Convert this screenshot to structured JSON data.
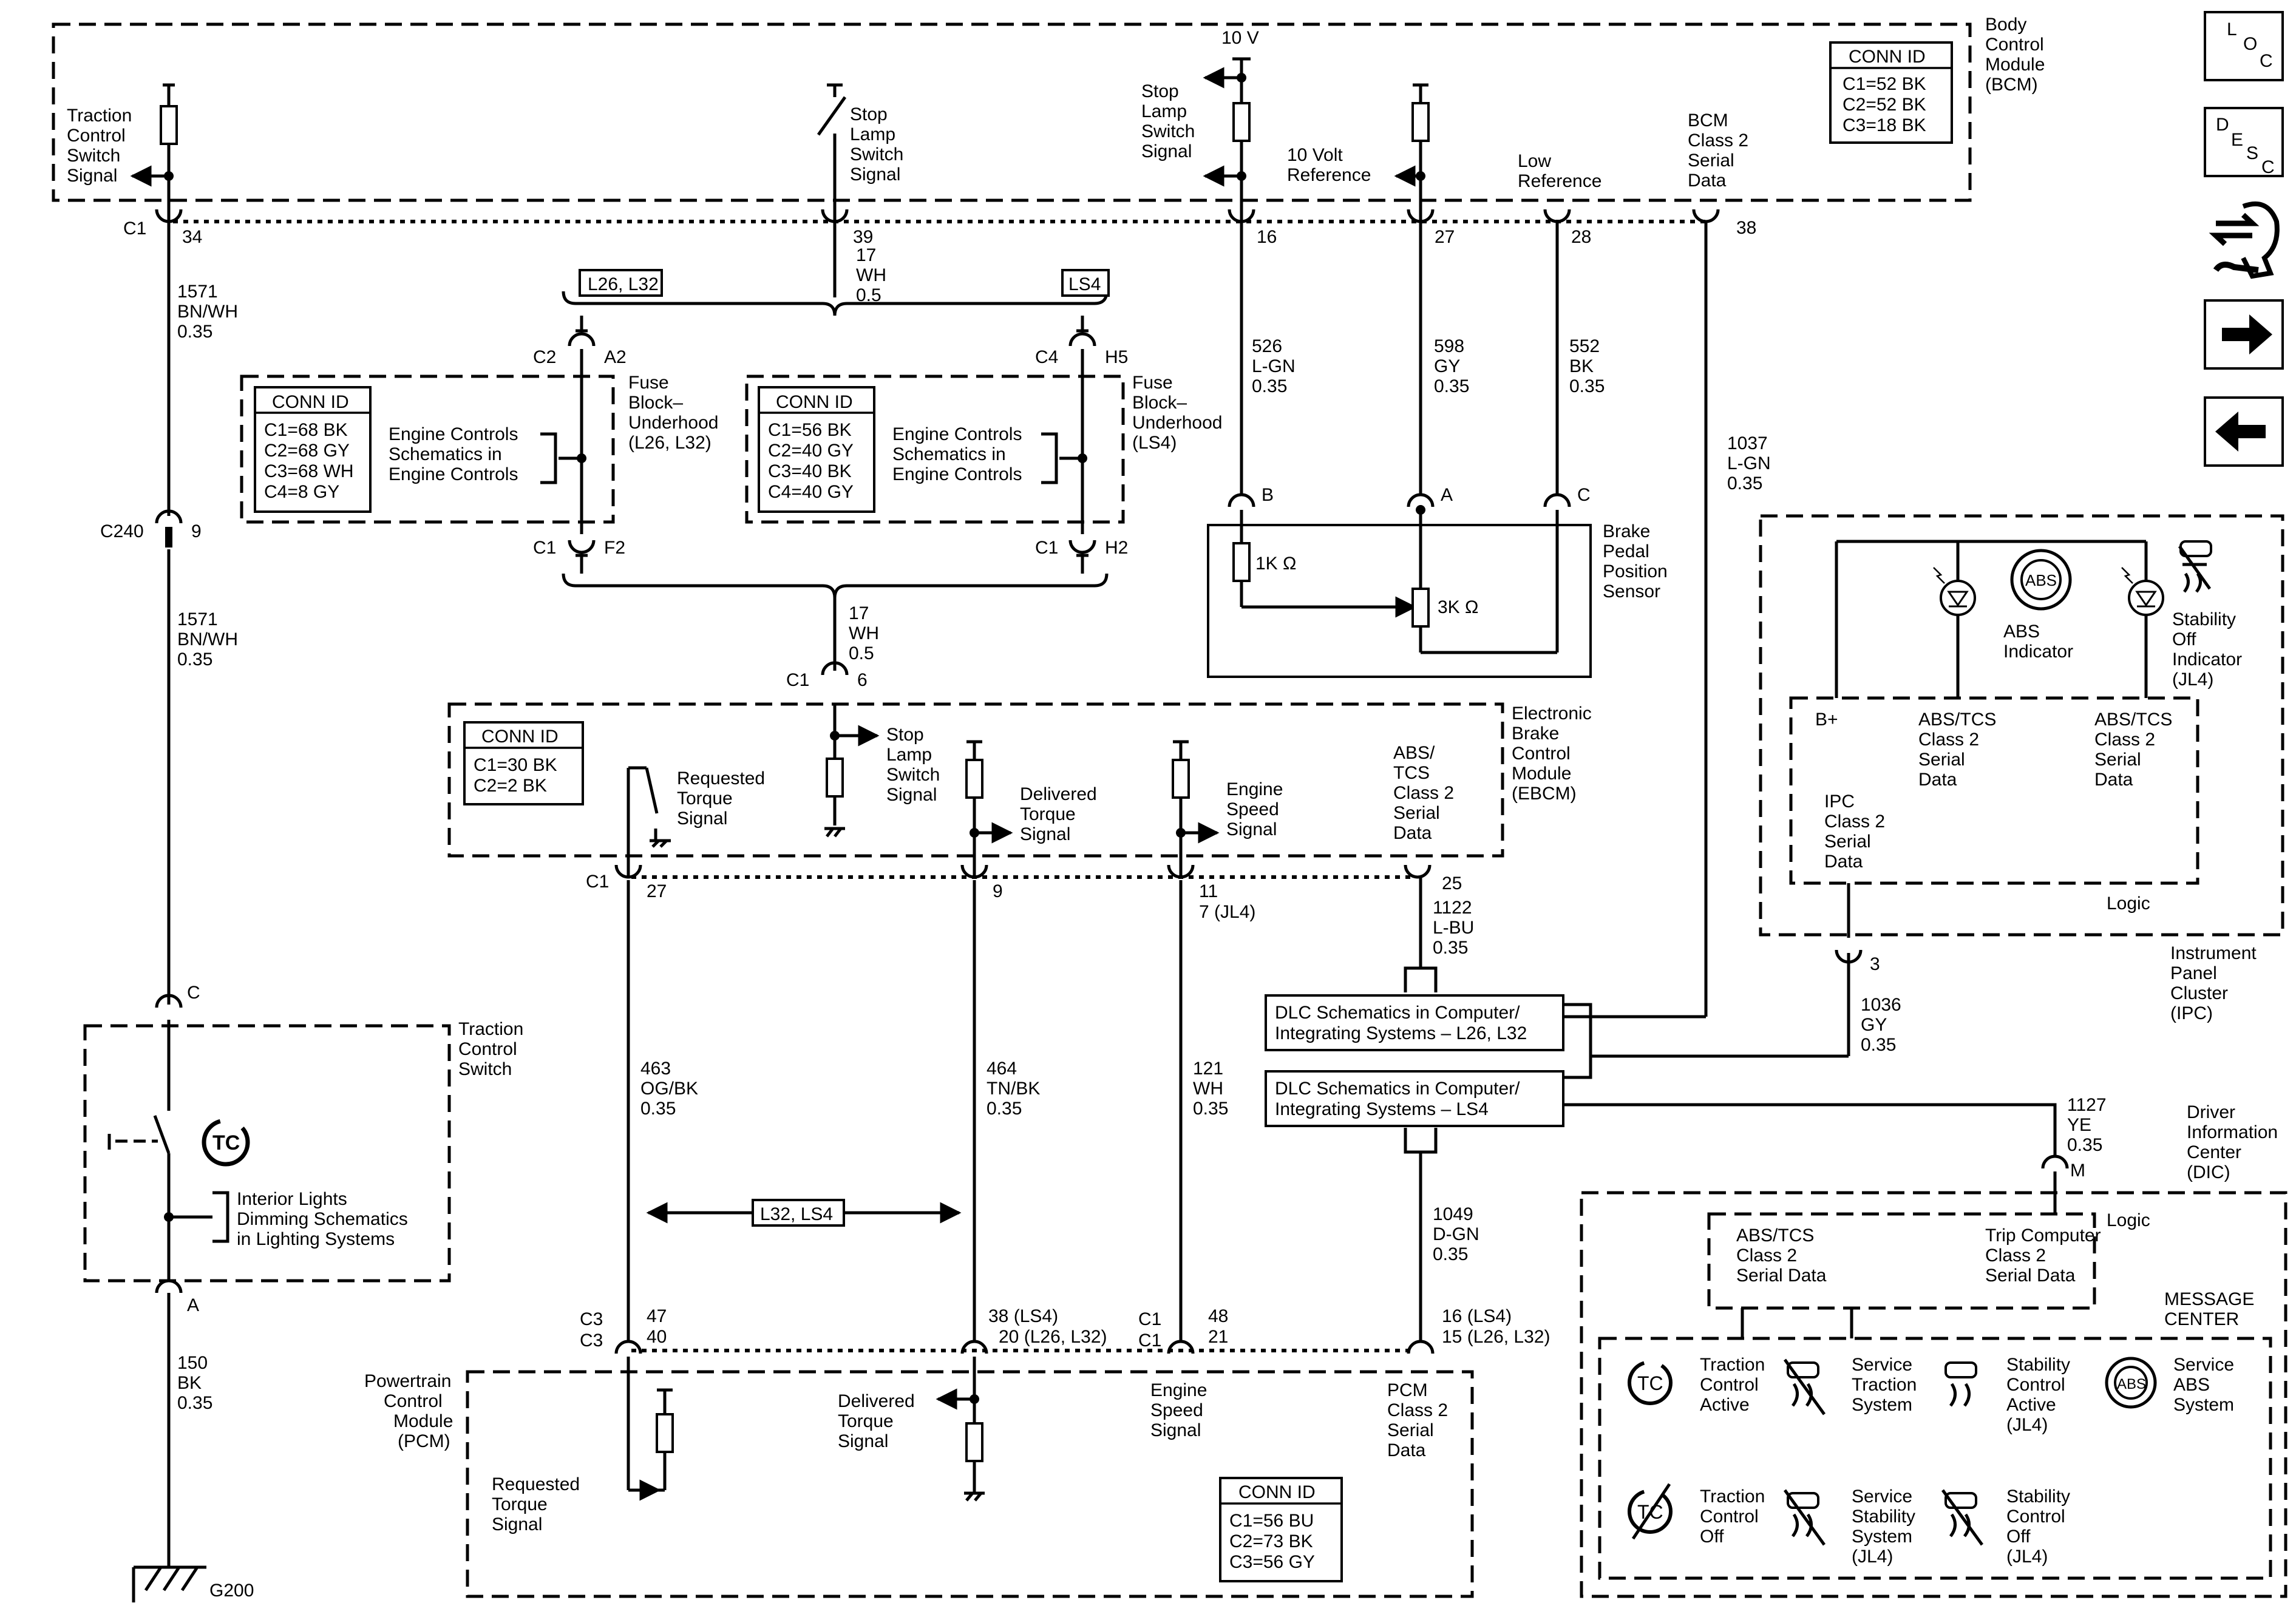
{
  "bcm": {
    "title": [
      "Body",
      "Control",
      "Module",
      "(BCM)"
    ],
    "conn_id": {
      "title": "CONN ID",
      "rows": [
        "C1=52 BK",
        "C2=52 BK",
        "C3=18 BK"
      ]
    },
    "tcs_signal": [
      "Traction",
      "Control",
      "Switch",
      "Signal"
    ],
    "stop_lamp_signal": [
      "Stop",
      "Lamp",
      "Switch",
      "Signal"
    ],
    "stop_lamp_signal2": [
      "Stop",
      "Lamp",
      "Switch",
      "Signal"
    ],
    "supply": "10 V",
    "ref_10v": [
      "10 Volt",
      "Reference"
    ],
    "low_ref": [
      "Low",
      "Reference"
    ],
    "class2": [
      "BCM",
      "Class 2",
      "Serial",
      "Data"
    ],
    "pins": {
      "c1": "C1",
      "p34": "34",
      "p39": "39",
      "p16": "16",
      "p27": "27",
      "p28": "28",
      "p38": "38"
    }
  },
  "wires": {
    "w1571a": [
      "1571",
      "BN/WH",
      "0.35"
    ],
    "w1571b": [
      "1571",
      "BN/WH",
      "0.35"
    ],
    "w17a": [
      "17",
      "WH",
      "0.5"
    ],
    "w17b": [
      "17",
      "WH",
      "0.5"
    ],
    "w526": [
      "526",
      "L-GN",
      "0.35"
    ],
    "w598": [
      "598",
      "GY",
      "0.35"
    ],
    "w552": [
      "552",
      "BK",
      "0.35"
    ],
    "w1037": [
      "1037",
      "L-GN",
      "0.35"
    ],
    "w150": [
      "150",
      "BK",
      "0.35"
    ],
    "w463": [
      "463",
      "OG/BK",
      "0.35"
    ],
    "w464": [
      "464",
      "TN/BK",
      "0.35"
    ],
    "w121": [
      "121",
      "WH",
      "0.35"
    ],
    "w1122": [
      "1122",
      "L-BU",
      "0.35"
    ],
    "w1049": [
      "1049",
      "D-GN",
      "0.35"
    ],
    "w1036": [
      "1036",
      "GY",
      "0.35"
    ],
    "w1127": [
      "1127",
      "YE",
      "0.35"
    ]
  },
  "options": {
    "l26l32": "L26, L32",
    "ls4": "LS4",
    "l32ls4": "L32, LS4"
  },
  "fuse_block": {
    "left": {
      "conn_id": {
        "title": "CONN ID",
        "rows": [
          "C1=68 BK",
          "C2=68 GY",
          "C3=68 WH",
          "C4=8 GY"
        ]
      },
      "ref": [
        "Engine Controls",
        "Schematics in",
        "Engine Controls"
      ],
      "title": [
        "Fuse",
        "Block–",
        "Underhood",
        "(L26, L32)"
      ],
      "top_conn": "C2",
      "top_pin": "A2",
      "bot_conn": "C1",
      "bot_pin": "F2"
    },
    "right": {
      "conn_id": {
        "title": "CONN ID",
        "rows": [
          "C1=56 BK",
          "C2=40 GY",
          "C3=40 BK",
          "C4=40 GY"
        ]
      },
      "ref": [
        "Engine Controls",
        "Schematics in",
        "Engine Controls"
      ],
      "title": [
        "Fuse",
        "Block–",
        "Underhood",
        "(LS4)"
      ],
      "top_conn": "C4",
      "top_pin": "H5",
      "bot_conn": "C1",
      "bot_pin": "H2"
    }
  },
  "brake_sensor": {
    "title": [
      "Brake",
      "Pedal",
      "Position",
      "Sensor"
    ],
    "r1": "1K Ω",
    "r2": "3K Ω",
    "pins": {
      "b": "B",
      "a": "A",
      "c": "C"
    }
  },
  "ebcm": {
    "title": [
      "Electronic",
      "Brake",
      "Control",
      "Module",
      "(EBCM)"
    ],
    "conn_id": {
      "title": "CONN ID",
      "rows": [
        "C1=30 BK",
        "C2=2 BK"
      ]
    },
    "req_torque": [
      "Requested",
      "Torque",
      "Signal"
    ],
    "stop_lamp": [
      "Stop",
      "Lamp",
      "Switch",
      "Signal"
    ],
    "del_torque": [
      "Delivered",
      "Torque",
      "Signal"
    ],
    "eng_speed": [
      "Engine",
      "Speed",
      "Signal"
    ],
    "class2": [
      "ABS/",
      "TCS",
      "Class 2",
      "Serial",
      "Data"
    ],
    "pins": {
      "c1": "C1",
      "p6": "6",
      "c1b": "C1",
      "p27": "27",
      "p9": "9",
      "p11": "11",
      "p7": "7 (JL4)",
      "p25": "25"
    }
  },
  "ipc": {
    "title": [
      "Instrument",
      "Panel",
      "Cluster",
      "(IPC)"
    ],
    "abs_ind": [
      "ABS",
      "Indicator"
    ],
    "stab_ind": [
      "Stability",
      "Off",
      "Indicator",
      "(JL4)"
    ],
    "b_plus": "B+",
    "abs_tcs_a": [
      "ABS/TCS",
      "Class 2",
      "Serial",
      "Data"
    ],
    "abs_tcs_b": [
      "ABS/TCS",
      "Class 2",
      "Serial",
      "Data"
    ],
    "ipc_data": [
      "IPC",
      "Class 2",
      "Serial",
      "Data"
    ],
    "logic": "Logic",
    "pin3": "3"
  },
  "dlc": {
    "a": [
      "DLC Schematics in Computer/",
      "Integrating Systems – L26, L32"
    ],
    "b": [
      "DLC Schematics in Computer/",
      "Integrating Systems – LS4"
    ]
  },
  "tcs_switch": {
    "title": [
      "Traction",
      "Control",
      "Switch"
    ],
    "ref": [
      "Interior Lights",
      "Dimming Schematics",
      "in Lighting Systems"
    ],
    "pin_c": "C",
    "pin_a": "A",
    "c240": "C240",
    "p9": "9",
    "c1": "C1"
  },
  "ground": "G200",
  "pcm": {
    "title": [
      "Powertrain",
      "Control",
      "Module",
      "(PCM)"
    ],
    "req_torque": [
      "Requested",
      "Torque",
      "Signal"
    ],
    "del_torque": [
      "Delivered",
      "Torque",
      "Signal"
    ],
    "eng_speed": [
      "Engine",
      "Speed",
      "Signal"
    ],
    "class2": [
      "PCM",
      "Class 2",
      "Serial",
      "Data"
    ],
    "conn_id": {
      "title": "CONN ID",
      "rows": [
        "C1=56 BU",
        "C2=73 BK",
        "C3=56 GY"
      ]
    },
    "pins": {
      "c3a": "C3",
      "c3b": "C3",
      "p47": "47",
      "p40": "40",
      "p38": "38 (LS4)",
      "p20": "20 (L26, L32)",
      "c1a": "C1",
      "c1b": "C1",
      "p48": "48",
      "p21": "21",
      "p16": "16 (LS4)",
      "p15": "15 (L26, L32)"
    }
  },
  "dic": {
    "title": [
      "Driver",
      "Information",
      "Center",
      "(DIC)"
    ],
    "pin_m": "M",
    "logic": "Logic",
    "abs_tcs": [
      "ABS/TCS",
      "Class 2",
      "Serial Data"
    ],
    "trip": [
      "Trip Computer",
      "Class 2",
      "Serial Data"
    ],
    "msg_center": [
      "MESSAGE",
      "CENTER"
    ],
    "msgs": {
      "tc_active": [
        "Traction",
        "Control",
        "Active"
      ],
      "svc_traction": [
        "Service",
        "Traction",
        "System"
      ],
      "stab_active": [
        "Stability",
        "Control",
        "Active",
        "(JL4)"
      ],
      "svc_abs": [
        "Service",
        "ABS",
        "System"
      ],
      "tc_off": [
        "Traction",
        "Control",
        "Off"
      ],
      "svc_stab": [
        "Service",
        "Stability",
        "System",
        "(JL4)"
      ],
      "stab_off": [
        "Stability",
        "Control",
        "Off",
        "(JL4)"
      ]
    }
  },
  "nav": {
    "loc": [
      "L",
      "O",
      "C"
    ],
    "desc": [
      "D",
      "E",
      "S",
      "C"
    ]
  }
}
